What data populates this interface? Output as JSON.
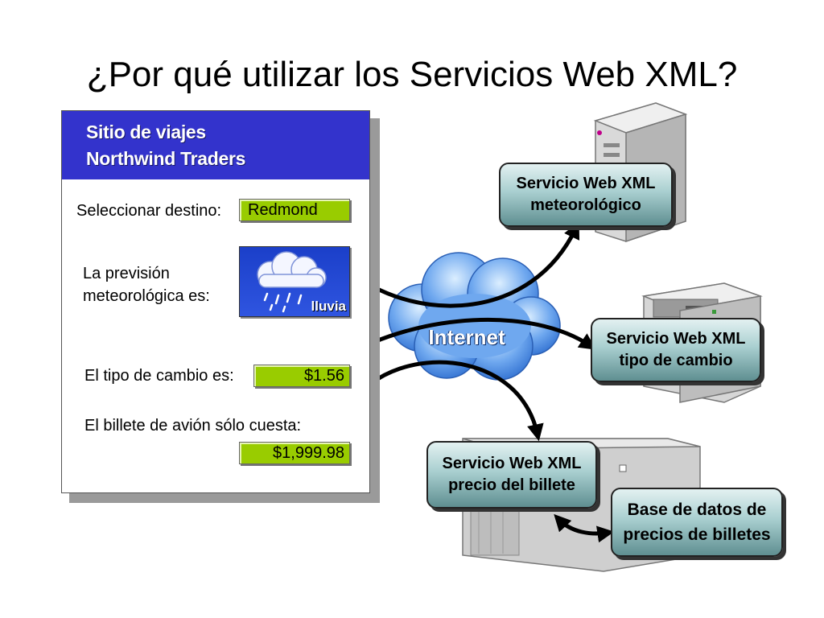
{
  "slide_title": "¿Por qué utilizar los Servicios Web XML?",
  "site": {
    "title_line1": "Sitio de viajes",
    "title_line2": "Northwind Traders",
    "destination_label": "Seleccionar destino:",
    "destination_value": "Redmond",
    "forecast_label_line1": "La previsión",
    "forecast_label_line2": "meteorológica es:",
    "forecast_value": "lluvia",
    "exchange_label": "El tipo de cambio es:",
    "exchange_value": "$1.56",
    "ticket_label": "El billete de avión sólo cuesta:",
    "ticket_value": "$1,999.98"
  },
  "network": {
    "internet_label": "Internet"
  },
  "services": {
    "weather": {
      "line1": "Servicio Web XML",
      "line2": "meteorológico"
    },
    "exchange": {
      "line1": "Servicio Web XML",
      "line2": "tipo de cambio"
    },
    "ticket": {
      "line1": "Servicio Web XML",
      "line2": "precio del billete"
    },
    "database": {
      "line1": "Base de datos de",
      "line2": "precios de billetes"
    }
  },
  "colors": {
    "header_blue": "#3333cc",
    "field_green": "#99cc00",
    "cloud_blue": "#5b9bea",
    "service_teal": "#7fb0b2"
  }
}
